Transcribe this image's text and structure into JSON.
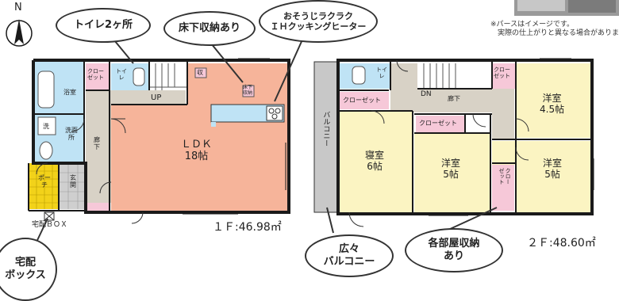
{
  "compass": {
    "north": "N"
  },
  "callouts": {
    "toilet2": "トイレ2ヶ所",
    "underfloor": "床下収納あり",
    "cooker": "おそうじラクラク\nＩＨクッキングヒーター",
    "box": "宅配\nボックス",
    "balcony": "広々\nバルコニー",
    "storage": "各部屋収納\nあり"
  },
  "perspective_note": "※パースはイメージです。\n　実際の仕上がりと異なる場合がありま",
  "floor1": {
    "area": "１Ｆ:46.98㎡",
    "rooms": {
      "bath": "浴室",
      "wash": "洗",
      "washroom": "洗面\n所",
      "closet": "クロー\nゼット",
      "toilet": "トイ\nレ",
      "up": "UP",
      "storage_up": "収",
      "hall": "廊\n下",
      "porch": "ポー\nチ",
      "entrance": "玄\n関",
      "ldk": "ＬＤＫ\n18帖",
      "underfloor": "床下\n収納",
      "delivery_box": "宅配ＢＯＸ"
    }
  },
  "floor2": {
    "area": "２Ｆ:48.60㎡",
    "rooms": {
      "toilet": "トイ\nレ",
      "closet_a": "クローゼット",
      "dn": "DN",
      "hall": "廊下",
      "closet_b": "クロー\nゼット",
      "room45": "洋室\n4.5帖",
      "balcony": "バルコニー",
      "bedroom": "寝室\n6帖",
      "closet_c": "クローゼット",
      "room5a": "洋室\n5帖",
      "room5b": "洋室\n5帖",
      "closet_d": "クロー\nゼット"
    }
  },
  "colors": {
    "wall": "#1a1a1a",
    "ldk": "#f6b49a",
    "wet": "#bfe3f5",
    "closet": "#f6c8d8",
    "hall": "#d8d2c6",
    "room": "#fbf4c2",
    "porch": "#f2d21a",
    "entrance": "#cfcfcf",
    "balcony": "#c8c8c8"
  }
}
